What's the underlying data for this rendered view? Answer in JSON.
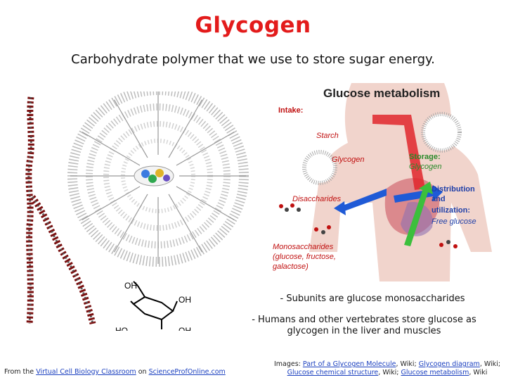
{
  "slide": {
    "title": "Glycogen",
    "subtitle": "Carbohydrate polymer that we use to store sugar energy."
  },
  "bullets": [
    "- Subunits are glucose monosaccharides",
    "- Humans and other vertebrates store glucose as glycogen in the liver and muscles"
  ],
  "glucose_structure": {
    "labels": [
      "OH",
      "OH",
      "HO",
      "OH",
      "OH"
    ]
  },
  "metabolism_diagram": {
    "title": "Glucose metabolism",
    "intake": "Intake:",
    "starch": "Starch",
    "glycogen": "Glycogen",
    "disaccharides": "Disaccharides",
    "monosaccharides_1": "Monosaccharides",
    "monosaccharides_2": "(glucose, fructose,",
    "monosaccharides_3": "galactose)",
    "storage": "Storage:",
    "storage_glycogen": "Glycogen",
    "distribution_1": "Distribution",
    "distribution_2": "and",
    "distribution_3": "utilization:",
    "free_glucose": "Free glucose"
  },
  "credits": {
    "left_prefix": "From the",
    "virtual_cell": "Virtual Cell Biology Classroom",
    "on": "on",
    "site": "ScienceProfOnline.com",
    "images_prefix": "Images:",
    "link1": "Part of a Glycogen Molecule",
    "sep1": ", Wiki;",
    "link2": "Glycogen diagram",
    "sep2": ", Wiki;",
    "link3": "Glucose chemical structure",
    "sep3": ", Wiki;",
    "link4": "Glucose metabolism",
    "sep4": ", Wiki"
  },
  "colors": {
    "title": "#e31b1b",
    "link": "#1a3fbf",
    "diagram_red": "#e0262b",
    "diagram_blue": "#1f5ad6",
    "diagram_green": "#3cbf3c"
  }
}
